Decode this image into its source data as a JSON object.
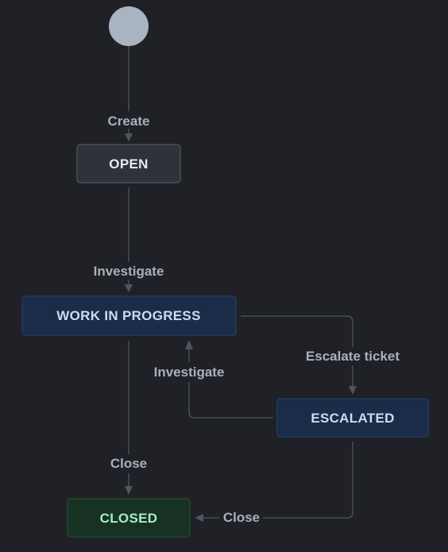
{
  "colors": {
    "background": "#1f2126",
    "start_node": "#a9b3c2",
    "edge": "#4f555e",
    "edge_label": "#a9b0ba",
    "open_fill": "#2e3239",
    "open_border": "#484d55",
    "open_text": "#e8eaee",
    "progress_fill": "#1b2c48",
    "progress_border": "#233a60",
    "progress_text": "#cddbf3",
    "closed_fill": "#173223",
    "closed_border": "#224732",
    "closed_text": "#a9ebc5"
  },
  "states": {
    "open": "OPEN",
    "work_in_progress": "WORK IN PROGRESS",
    "escalated": "ESCALATED",
    "closed": "CLOSED"
  },
  "transitions": {
    "create": "Create",
    "investigate_from_open": "Investigate",
    "escalate": "Escalate ticket",
    "investigate_from_escalated": "Investigate",
    "close_from_progress": "Close",
    "close_from_escalated": "Close"
  }
}
